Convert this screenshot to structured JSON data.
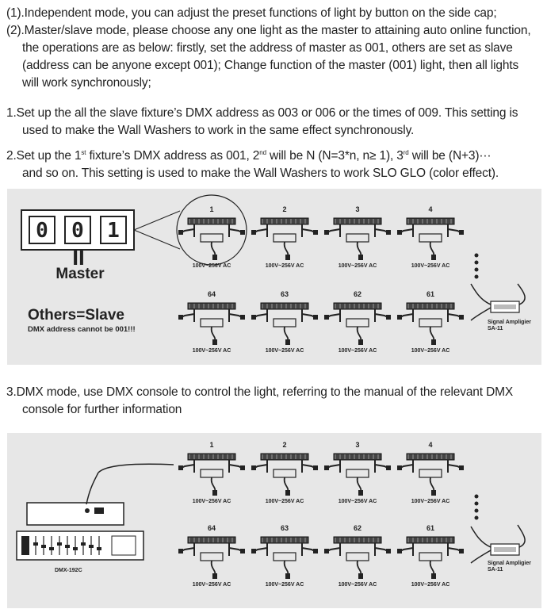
{
  "text": {
    "line1": "(1).Independent mode, you can adjust the preset functions of light by button on the side cap;",
    "line2a": "(2).Master/slave mode, please choose any one light as the master to attaining auto online function,",
    "line2b": "the operations are as below: firstly, set the address of master as 001, others are set as slave",
    "line2c": "(address can be anyone except 001); Change function of the master (001) light, then all lights",
    "line2d": "will work synchronously;",
    "item1a": "1.Set up the all the slave fixture’s DMX address as 003 or 006 or the times of 009. This setting is",
    "item1b": "used to make the Wall Washers to work in the same effect synchronously.",
    "item2_p1": "2.Set up the 1",
    "item2_sup1": "st",
    "item2_p2": " fixture’s DMX address as 001, 2",
    "item2_sup2": "nd",
    "item2_p3": " will be N (N=3*n, n≥ 1), 3",
    "item2_sup3": "rd",
    "item2_p4": " will be (N+3)···",
    "item2b": "and so on. This setting is used to make the Wall Washers to work SLO GLO (color effect).",
    "item3a": "3.DMX mode, use DMX console to control the light, referring to the manual of the relevant DMX",
    "item3b": "console for further information"
  },
  "diagram1": {
    "display_digits": [
      "0",
      "0",
      "1"
    ],
    "equals_mark": "II",
    "master_label": "Master",
    "others_label": "Others=Slave",
    "warning": "DMX address cannot be 001!!!",
    "top_row": [
      "1",
      "2",
      "3",
      "4"
    ],
    "bottom_row": [
      "64",
      "63",
      "62",
      "61"
    ],
    "power_label": "100V~256V AC",
    "amplifier_label": "Signal Ampligier",
    "amplifier_model": "SA-11"
  },
  "diagram2": {
    "console_label": "DMX-192C",
    "top_row": [
      "1",
      "2",
      "3",
      "4"
    ],
    "bottom_row": [
      "64",
      "63",
      "62",
      "61"
    ],
    "power_label": "100V~256V AC",
    "amplifier_label": "Signal Ampligier",
    "amplifier_model": "SA-11"
  }
}
